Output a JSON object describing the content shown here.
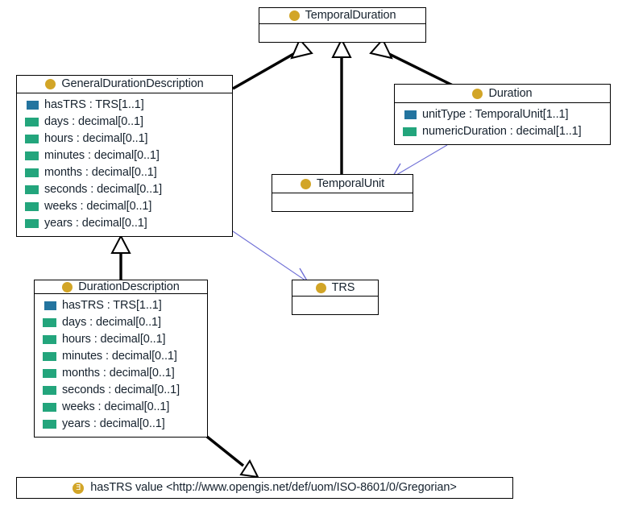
{
  "diagram": {
    "kind": "uml-class-diagram",
    "colors": {
      "object_property": "#23749f",
      "data_property": "#23a57c",
      "class_icon": "#d2a527",
      "generalization_line": "#000000",
      "association_line": "#6f6fd6",
      "text": "#16222e",
      "background": "#ffffff"
    },
    "classes": [
      {
        "id": "temporal-duration",
        "name": "TemporalDuration",
        "icon": "class-icon",
        "attributes": []
      },
      {
        "id": "general-duration-description",
        "name": "GeneralDurationDescription",
        "icon": "class-icon",
        "attributes": [
          {
            "label": "hasTRS : TRS[1..1]",
            "kind": "object-prop"
          },
          {
            "label": "days : decimal[0..1]",
            "kind": "data-prop"
          },
          {
            "label": "hours : decimal[0..1]",
            "kind": "data-prop"
          },
          {
            "label": "minutes : decimal[0..1]",
            "kind": "data-prop"
          },
          {
            "label": "months : decimal[0..1]",
            "kind": "data-prop"
          },
          {
            "label": "seconds : decimal[0..1]",
            "kind": "data-prop"
          },
          {
            "label": "weeks : decimal[0..1]",
            "kind": "data-prop"
          },
          {
            "label": "years : decimal[0..1]",
            "kind": "data-prop"
          }
        ]
      },
      {
        "id": "duration",
        "name": "Duration",
        "icon": "class-icon",
        "attributes": [
          {
            "label": "unitType : TemporalUnit[1..1]",
            "kind": "object-prop"
          },
          {
            "label": "numericDuration : decimal[1..1]",
            "kind": "data-prop"
          }
        ]
      },
      {
        "id": "temporal-unit",
        "name": "TemporalUnit",
        "icon": "class-icon",
        "attributes": []
      },
      {
        "id": "trs",
        "name": "TRS",
        "icon": "class-icon",
        "attributes": []
      },
      {
        "id": "duration-description",
        "name": "DurationDescription",
        "icon": "class-icon",
        "attributes": [
          {
            "label": "hasTRS : TRS[1..1]",
            "kind": "object-prop"
          },
          {
            "label": "days : decimal[0..1]",
            "kind": "data-prop"
          },
          {
            "label": "hours : decimal[0..1]",
            "kind": "data-prop"
          },
          {
            "label": "minutes : decimal[0..1]",
            "kind": "data-prop"
          },
          {
            "label": "months : decimal[0..1]",
            "kind": "data-prop"
          },
          {
            "label": "seconds : decimal[0..1]",
            "kind": "data-prop"
          },
          {
            "label": "weeks : decimal[0..1]",
            "kind": "data-prop"
          },
          {
            "label": "years : decimal[0..1]",
            "kind": "data-prop"
          }
        ]
      }
    ],
    "note": {
      "id": "has-trs-value-note",
      "icon": "existential-restriction-icon",
      "icon_glyph": "Ǝ",
      "text": "hasTRS value <http://www.opengis.net/def/uom/ISO-8601/0/Gregorian>"
    },
    "relationships": [
      {
        "id": "gdd-to-temporalduration",
        "type": "generalization",
        "from": "GeneralDurationDescription",
        "to": "TemporalDuration"
      },
      {
        "id": "temporalunit-to-temporalduration",
        "type": "generalization",
        "from": "TemporalUnit",
        "to": "TemporalDuration"
      },
      {
        "id": "duration-to-temporalduration",
        "type": "generalization",
        "from": "Duration",
        "to": "TemporalDuration"
      },
      {
        "id": "durationdescription-to-gdd",
        "type": "generalization",
        "from": "DurationDescription",
        "to": "GeneralDurationDescription"
      },
      {
        "id": "duration-to-temporalunit",
        "type": "association",
        "from": "Duration",
        "to": "TemporalUnit"
      },
      {
        "id": "gdd-to-trs",
        "type": "association",
        "from": "GeneralDurationDescription",
        "to": "TRS"
      },
      {
        "id": "durationdescription-to-note",
        "type": "generalization",
        "from": "DurationDescription",
        "to": "hasTRS value note"
      }
    ]
  }
}
